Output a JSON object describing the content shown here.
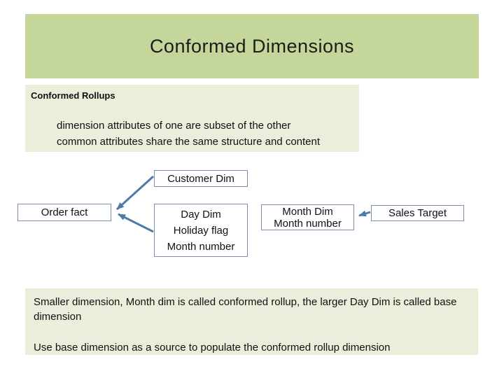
{
  "slide": {
    "title": "Conformed Dimensions",
    "rollups": {
      "heading": "Conformed Rollups",
      "line1": "dimension attributes of one are subset of the other",
      "line2": "common attributes share the same structure and content"
    },
    "diagram": {
      "customer_dim": "Customer Dim",
      "order_fact": "Order fact",
      "day_dim_line1": "Day Dim",
      "day_dim_line2": "Holiday flag",
      "day_dim_line3": "Month number",
      "month_dim_line1": "Month Dim",
      "month_dim_line2": "Month number",
      "sales_target": "Sales Target"
    },
    "notes": {
      "paragraph1": "Smaller dimension, Month dim is called conformed rollup, the larger Day Dim is called base dimension",
      "paragraph2": "Use base dimension as a source to populate the conformed rollup dimension"
    },
    "colors": {
      "header_green": "#c4d69a",
      "panel_cream": "#eceddb",
      "connector_blue": "#4e79ab",
      "box_border": "#7b90ae",
      "text_black": "#1c1c1c"
    }
  }
}
